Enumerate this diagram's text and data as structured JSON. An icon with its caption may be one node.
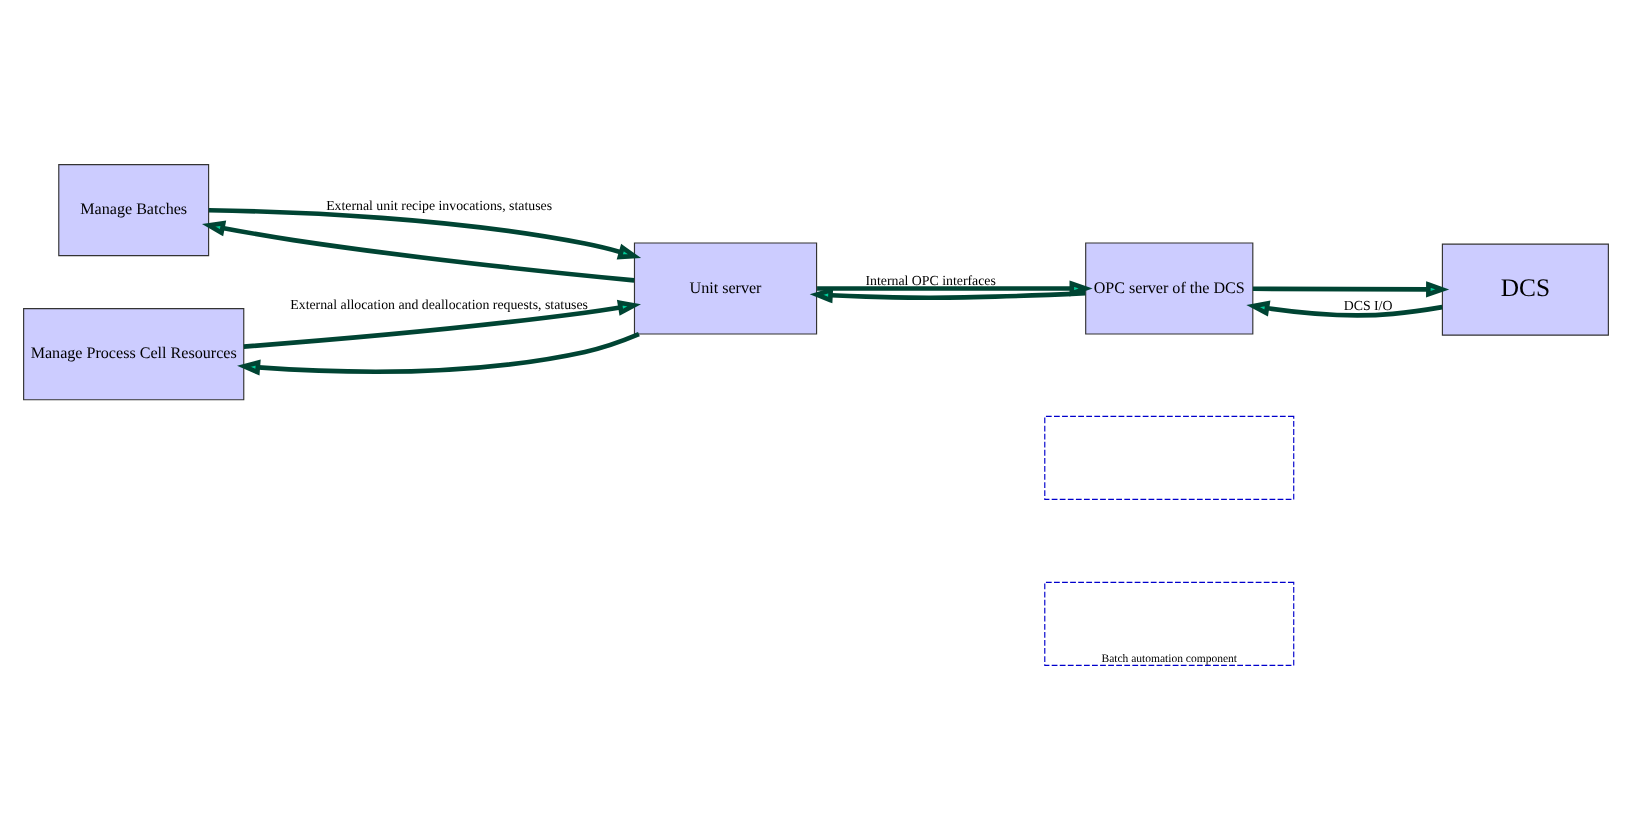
{
  "diagram": {
    "nodes": [
      {
        "text": [
          "Manage Batches"
        ]
      },
      {
        "text": [
          "Manage Process Cell Resources"
        ]
      },
      {
        "text": [
          "Unit server"
        ]
      },
      {
        "text": [
          "OPC server of the DCS"
        ]
      },
      {
        "text": [
          "DCS"
        ]
      },
      {
        "text": [],
        "shape": "box"
      },
      {
        "text": [
          "Batch automation component"
        ]
      }
    ],
    "edges": [
      {
        "from": 0,
        "to": 2,
        "arrow": "to",
        "label": "External unit recipe invocations, statuses"
      },
      {
        "from": 2,
        "to": 0,
        "arrow": "to"
      },
      {
        "from": 1,
        "to": 2,
        "arrow": "to",
        "label": "External allocation and deallocation requests, statuses"
      },
      {
        "from": 2,
        "to": 1,
        "arrow": "to"
      },
      {
        "from": 2,
        "to": 3,
        "arrow": "to",
        "label": "Internal OPC interfaces"
      },
      {
        "from": 3,
        "to": 2,
        "arrow": "to"
      },
      {
        "from": 3,
        "to": 4,
        "arrow": "to"
      },
      {
        "from": 4,
        "to": 3,
        "arrow": "to",
        "label": "DCS I/O"
      }
    ]
  }
}
